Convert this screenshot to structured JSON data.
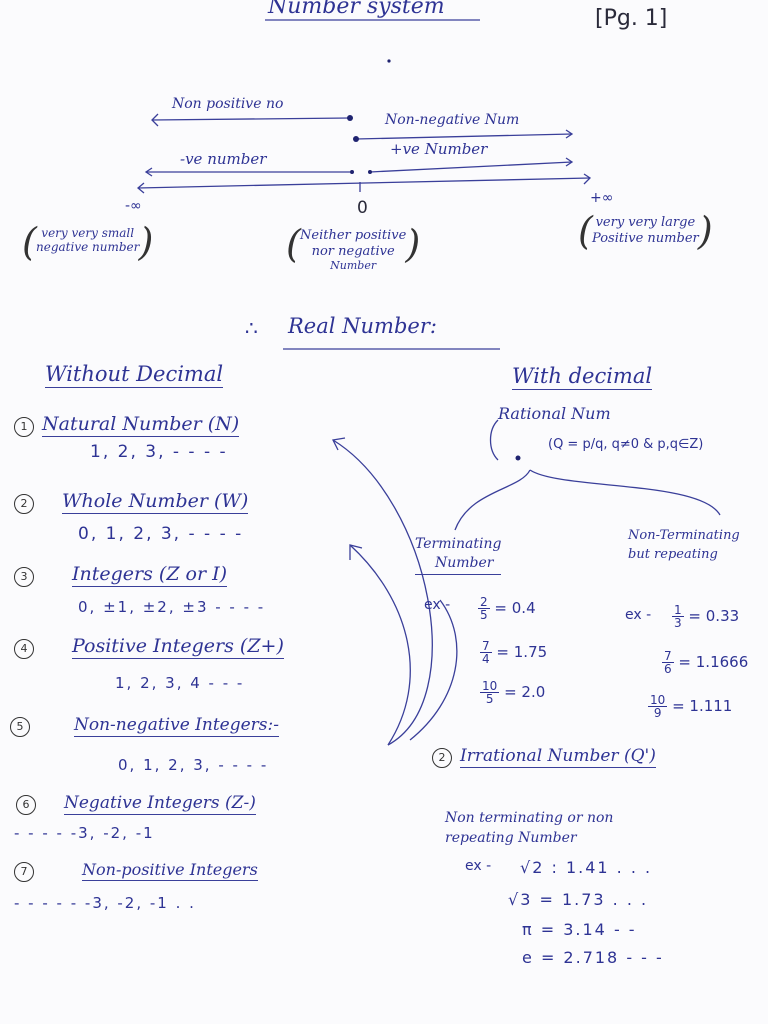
{
  "header": {
    "title": "Number system",
    "page_tag": "[Pg. 1]"
  },
  "number_line": {
    "non_positive_label": "Non positive no",
    "non_negative_label": "Non-negative Num",
    "negative_label": "-ve number",
    "positive_label": "+ve Number",
    "neg_infinity": "-∞",
    "zero": "0",
    "pos_infinity": "+∞",
    "neg_infinity_note": [
      "very very small",
      "negative number"
    ],
    "zero_note": [
      "Neither positive",
      "nor negative",
      "Number"
    ],
    "pos_infinity_note": [
      "very very large",
      "Positive number"
    ]
  },
  "real_numbers": {
    "heading": "Real Number:",
    "prefix": "∴"
  },
  "without_decimal": {
    "heading": "Without Decimal",
    "items": [
      {
        "index": "1",
        "name": "Natural Number (N)",
        "values": "1, 2, 3, - - - -"
      },
      {
        "index": "2",
        "name": "Whole Number (W)",
        "values": "0, 1, 2, 3, - - - -"
      },
      {
        "index": "3",
        "name": "Integers (Z or I)",
        "values": "0, ±1, ±2, ±3 - - - -"
      },
      {
        "index": "4",
        "name": "Positive Integers (Z+)",
        "values": "1, 2, 3, 4 - - -"
      },
      {
        "index": "5",
        "name": "Non-negative Integers:-",
        "values": "0, 1, 2, 3, - - - -"
      },
      {
        "index": "6",
        "name": "Negative Integers (Z-)",
        "values": "- - - - -3, -2, -1"
      },
      {
        "index": "7",
        "name": "Non-positive Integers",
        "values": "- - - - - -3, -2, -1 . ."
      }
    ]
  },
  "with_decimal": {
    "heading": "With decimal",
    "rational": {
      "label": "Rational Num",
      "definition": "(Q = p/q, q≠0 & p,q∈Z)",
      "terminating": {
        "label": [
          "Terminating",
          "Number"
        ],
        "examples_prefix": "ex -",
        "examples": [
          {
            "num": "2",
            "den": "5",
            "result": "= 0.4"
          },
          {
            "num": "7",
            "den": "4",
            "result": "= 1.75"
          },
          {
            "num": "10",
            "den": "5",
            "result": "= 2.0"
          }
        ]
      },
      "non_terminating": {
        "label": [
          "Non-Terminating",
          "but repeating"
        ],
        "examples_prefix": "ex -",
        "examples": [
          {
            "num": "1",
            "den": "3",
            "result": "= 0.33"
          },
          {
            "num": "7",
            "den": "6",
            "result": "= 1.1666"
          },
          {
            "num": "10",
            "den": "9",
            "result": "= 1.111"
          }
        ]
      }
    },
    "irrational": {
      "index": "2",
      "label": "Irrational Number (Q')",
      "description": [
        "Non terminating or non",
        "repeating Number"
      ],
      "examples_prefix": "ex -",
      "examples": [
        {
          "symbol": "√2",
          "value": ": 1.41 . . ."
        },
        {
          "symbol": "√3",
          "value": "= 1.73 . . ."
        },
        {
          "symbol": "π",
          "value": "= 3.14 - -"
        },
        {
          "symbol": "e",
          "value": "= 2.718 - - -"
        }
      ]
    }
  },
  "colors": {
    "ink": "#2e3394",
    "paper": "#fbfbfd"
  }
}
